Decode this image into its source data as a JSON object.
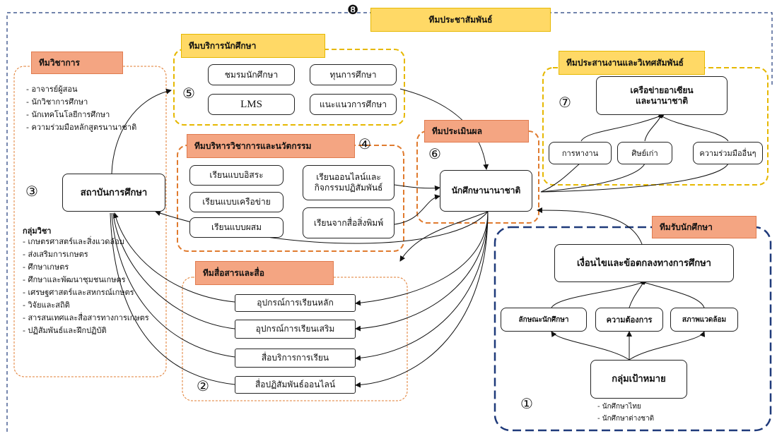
{
  "pr_team": {
    "label": "ทีมประชาสัมพันธ์",
    "number": "❽"
  },
  "academic_team": {
    "label": "ทีมวิชาการ",
    "number": "③",
    "staff": [
      "- อาจารย์ผู้สอน",
      "- นักวิชาการศึกษา",
      "- นักเทคโนโลยีการศึกษา",
      "- ความร่วมมือหลักสูตรนานาชาติ"
    ],
    "institute": "สถาบันการศึกษา",
    "subjects_title": "กลุ่มวิชา",
    "subjects": [
      "- เกษตรศาสตร์และสิ่งแวดล้อม",
      "- ส่งเสริมการเกษตร",
      "- ศึกษาเกษตร",
      "- ศึกษาและพัฒนาชุมชนเกษตร",
      "- เศรษฐศาสตร์และสหกรณ์เกษตร",
      "- วิจัยและสถิติ",
      "- สารสนเทศและสื่อสารทางการเกษตร",
      "- ปฏิสัมพันธ์และฝึกปฏิบัติ"
    ]
  },
  "student_service_team": {
    "label": "ทีมบริการนักศึกษา",
    "number": "⑤",
    "items": [
      "ชมรมนักศึกษา",
      "ทุนการศึกษา",
      "LMS",
      "แนะแนวการศึกษา"
    ]
  },
  "admin_innovation_team": {
    "label": "ทีมบริหารวิชาการและนวัตกรรม",
    "number": "④",
    "items": [
      "เรียนแบบอิสระ",
      "เรียนแบบเครือข่าย",
      "เรียนแบบผสม"
    ],
    "online": "เรียนออนไลน์และกิจกรรมปฏิสัมพันธ์",
    "print": "เรียนจากสื่อสิ่งพิมพ์"
  },
  "media_team": {
    "label": "ทีมสื่อสารและสื่อ",
    "number": "②",
    "items": [
      "อุปกรณ์การเรียนหลัก",
      "อุปกรณ์การเรียนเสริม",
      "สื่อบริการการเรียน",
      "สื่อปฏิสัมพันธ์ออนไลน์"
    ]
  },
  "evaluation_team": {
    "label": "ทีมประเมินผล",
    "number": "⑥",
    "center": "นักศึกษานานาชาติ"
  },
  "coordination_team": {
    "label": "ทีมประสานงานและวิเทศสัมพันธ์",
    "number": "⑦",
    "network": "เครือข่ายอาเซียนและนานาชาติ",
    "items": [
      "การหางาน",
      "ศิษย์เก่า",
      "ความร่วมมืออื่นๆ"
    ]
  },
  "admission_team": {
    "label": "ทีมรับนักศึกษา",
    "number": "①",
    "conditions": "เงื่อนไขและข้อตกลงทางการศึกษา",
    "factors": [
      "ลักษณะนักศึกษา",
      "ความต้องการ",
      "สภาพแวดล้อม"
    ],
    "target": "กลุ่มเป้าหมาย",
    "target_list": [
      "- นักศึกษาไทย",
      "- นักศึกษาต่างชาติ"
    ]
  },
  "colors": {
    "orange_label": "#f4a582",
    "yellow_label": "#ffd966",
    "orange_dash": "#e07b2f",
    "yellow_dash": "#e6b800",
    "navy_dash": "#1f3a7a"
  }
}
